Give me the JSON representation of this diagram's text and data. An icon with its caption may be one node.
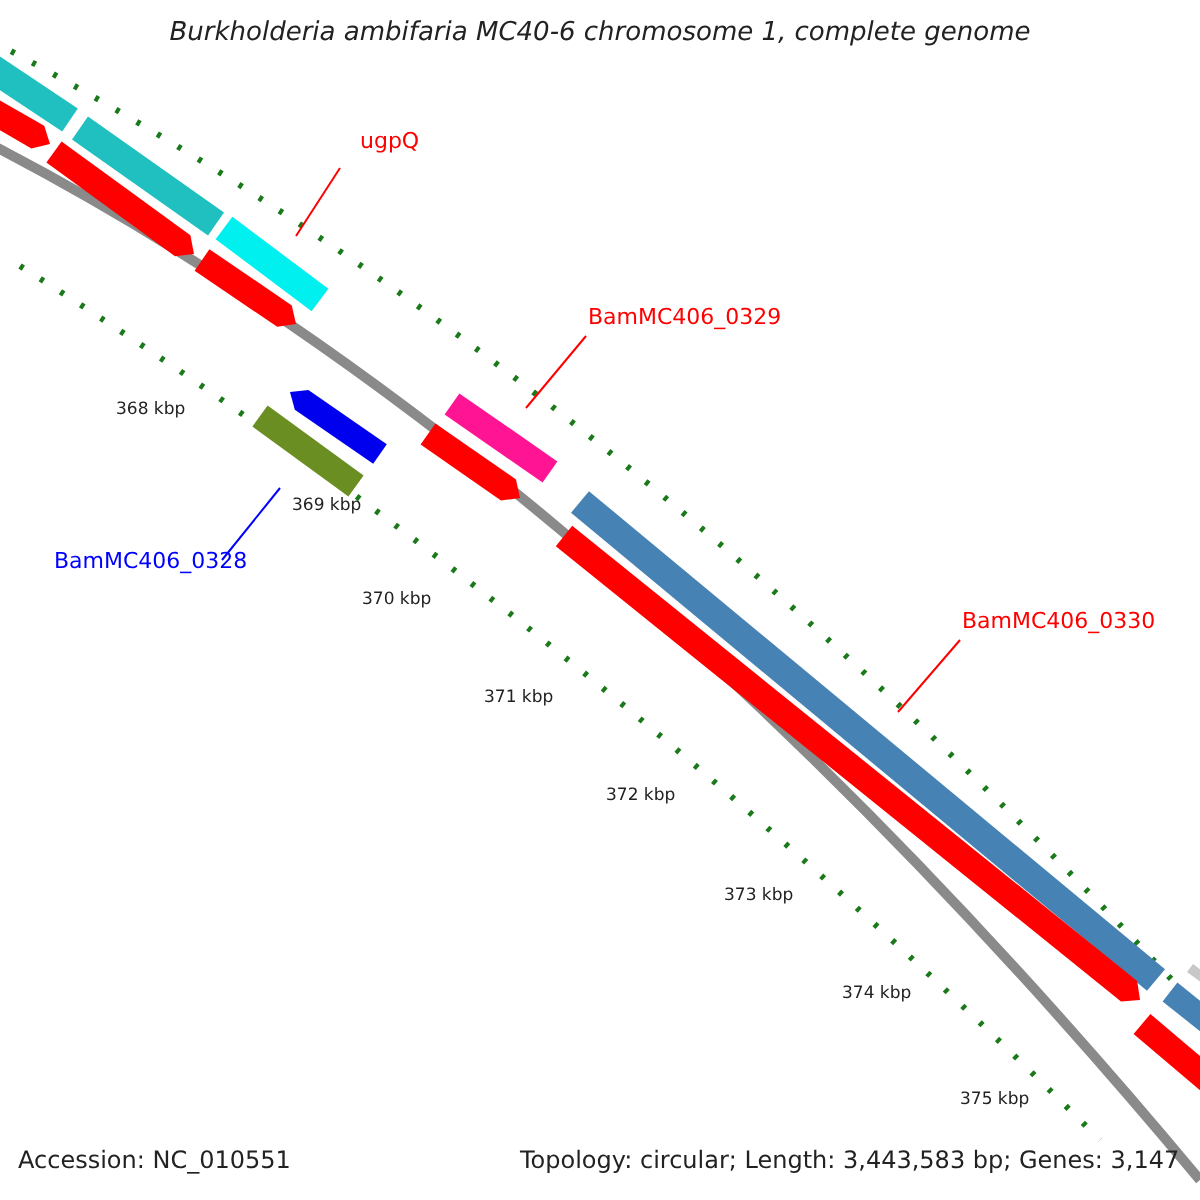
{
  "diagram": {
    "title": "Burkholderia ambifaria MC40-6 chromosome 1, complete genome",
    "nodes": [
      {
        "text": [
          "ugpQ"
        ]
      },
      {
        "text": [],
        "shape": "bar"
      },
      {
        "text": [
          "BamMC406_0329"
        ]
      },
      {
        "text": [],
        "shape": "bar"
      },
      {
        "text": [
          "BamMC406_0328"
        ]
      },
      {
        "text": [],
        "shape": "bar"
      },
      {
        "text": [
          "BamMC406_0330"
        ]
      },
      {
        "text": [],
        "shape": "bar"
      },
      {
        "text": [],
        "shape": "bar"
      },
      {
        "text": [],
        "shape": "bar"
      },
      {
        "text": [],
        "shape": "bar"
      },
      {
        "text": [],
        "shape": "bar"
      },
      {
        "text": [],
        "shape": "bar"
      },
      {
        "text": [],
        "shape": "bar"
      },
      {
        "text": [],
        "shape": "bar"
      },
      {
        "text": [],
        "shape": "bar"
      },
      {
        "text": [],
        "shape": "bar"
      },
      {
        "text": [],
        "shape": "bar"
      },
      {
        "text": [],
        "shape": "bar"
      }
    ],
    "edges": [
      {
        "from": 0,
        "to": 1,
        "arrow": "none"
      },
      {
        "from": 2,
        "to": 3,
        "arrow": "none"
      },
      {
        "from": 4,
        "to": 5,
        "arrow": "none",
        "color": "#0000ff"
      },
      {
        "from": 6,
        "to": 7,
        "arrow": "none"
      }
    ],
    "labels": [
      "368 kbp",
      "369 kbp",
      "370 kbp",
      "371 kbp",
      "372 kbp",
      "373 kbp",
      "374 kbp",
      "375 kbp",
      "Accession: NC_010551",
      "Topology: circular; Length: 3,443,583 bp; Genes: 3,147"
    ]
  }
}
